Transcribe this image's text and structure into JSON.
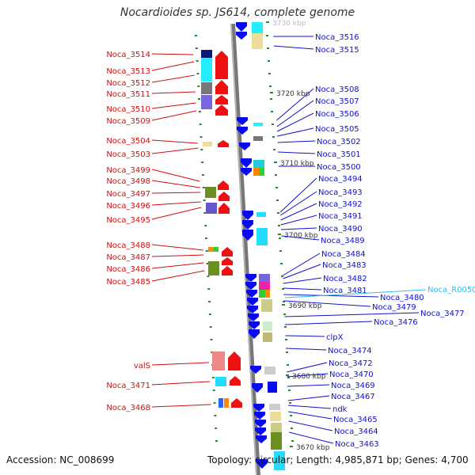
{
  "title": "Nocardioides sp. JS614, complete genome",
  "accession": "Accession: NC_008699",
  "summary": "Topology: circular; Length: 4,985,871 bp; Genes: 4,700",
  "colors": {
    "left_label": "#cc1111",
    "right_label": "#1111cc",
    "rna_label": "#33bbee",
    "axis": "#888888"
  },
  "axis_labels": [
    "3730 kbp",
    "3720 kbp",
    "3710 kbp",
    "3700 kbp",
    "3690 kbp",
    "3680 kbp",
    "3670 kbp"
  ],
  "left_genes": [
    "Noca_3514",
    "Noca_3513",
    "Noca_3512",
    "Noca_3511",
    "Noca_3510",
    "Noca_3509",
    "Noca_3504",
    "Noca_3503",
    "Noca_3499",
    "Noca_3498",
    "Noca_3497",
    "Noca_3496",
    "Noca_3495",
    "Noca_3488",
    "Noca_3487",
    "Noca_3486",
    "Noca_3485",
    "valS",
    "Noca_3471",
    "Noca_3468"
  ],
  "right_genes": [
    "Noca_3516",
    "Noca_3515",
    "Noca_3508",
    "Noca_3507",
    "Noca_3506",
    "Noca_3505",
    "Noca_3502",
    "Noca_3501",
    "Noca_3500",
    "Noca_3494",
    "Noca_3493",
    "Noca_3492",
    "Noca_3491",
    "Noca_3490",
    "Noca_3489",
    "Noca_3484",
    "Noca_3483",
    "Noca_3482",
    "Noca_3481",
    "Noca_3480",
    "Noca_3479",
    "Noca_3477",
    "Noca_3476",
    "clpX",
    "Noca_3474",
    "Noca_3472",
    "Noca_3470",
    "Noca_3469",
    "Noca_3467",
    "ndk",
    "Noca_3465",
    "Noca_3464",
    "Noca_3463"
  ],
  "rna_genes": [
    "Noca_R0050"
  ]
}
